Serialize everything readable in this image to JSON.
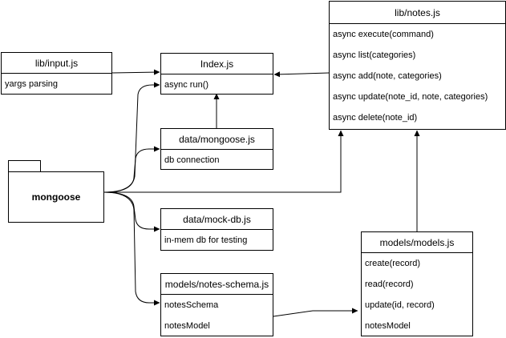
{
  "boxes": {
    "input": {
      "title": "lib/input.js",
      "items": [
        "yargs parsing"
      ]
    },
    "index": {
      "title": "Index.js",
      "items": [
        "async run()"
      ]
    },
    "notes": {
      "title": "lib/notes.js",
      "items": [
        "async execute(command)",
        "async list(categories)",
        "async add(note, categories)",
        "async update(note_id, note, categories)",
        "async delete(note_id)"
      ]
    },
    "mongoose_data": {
      "title": "data/mongoose.js",
      "items": [
        "db connection"
      ]
    },
    "mock_db": {
      "title": "data/mock-db.js",
      "items": [
        "in-mem db for testing"
      ]
    },
    "schema": {
      "title": "models/notes-schema.js",
      "items": [
        "notesSchema",
        "notesModel"
      ]
    },
    "models": {
      "title": "models/models.js",
      "items": [
        "create(record)",
        "read(record)",
        "update(id, record)",
        "notesModel"
      ]
    }
  },
  "package": {
    "label": "mongoose"
  }
}
